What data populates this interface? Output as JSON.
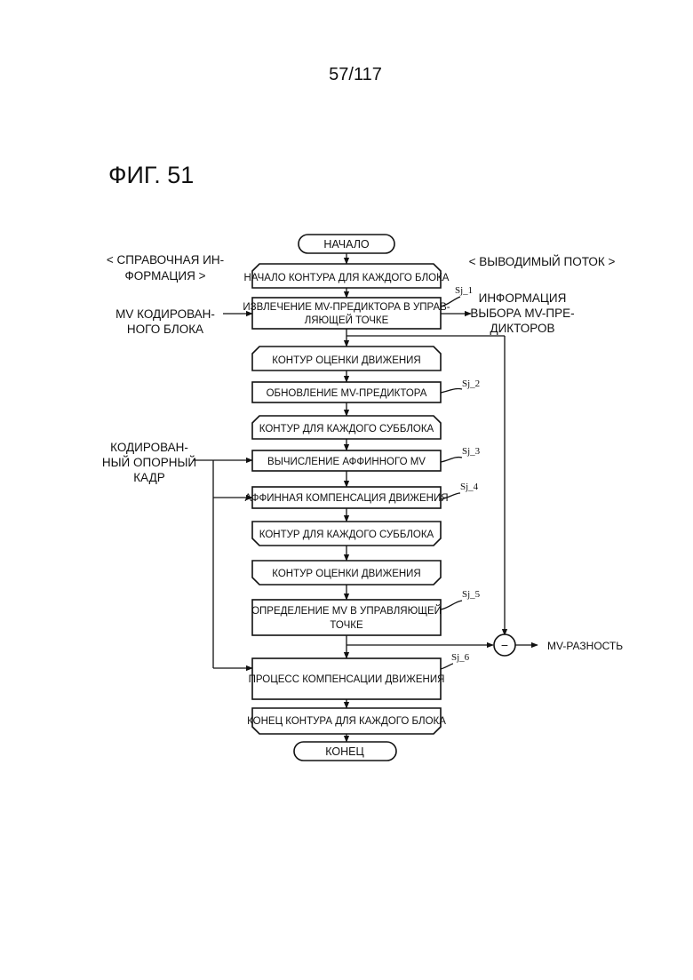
{
  "page_number": "57/117",
  "figure_title": "ФИГ. 51",
  "start_label": "НАЧАЛО",
  "end_label": "КОНЕЦ",
  "left_header": [
    "< СПРАВОЧНАЯ ИН-",
    "ФОРМАЦИЯ >"
  ],
  "right_header": "< ВЫВОДИМЫЙ ПОТОК >",
  "inputs": {
    "mv_coded_block": [
      "MV КОДИРОВАН-",
      "НОГО БЛОКА"
    ],
    "coded_reference_frame": [
      "КОДИРОВАН-",
      "НЫЙ ОПОРНЫЙ",
      "КАДР"
    ]
  },
  "outputs": {
    "mv_predictor_selection_info": [
      "ИНФОРМАЦИЯ",
      "ВЫБОРА MV-ПРЕ-",
      "ДИКТОРОВ"
    ],
    "mv_difference": "MV-РАЗНОСТЬ",
    "subtractor_symbol": "−"
  },
  "steps": {
    "block_loop_start": "НАЧАЛО КОНТУРА ДЛЯ КАЖДОГО БЛОКА",
    "mv_predictor_extraction": [
      "ИЗВЛЕЧЕНИЕ MV-ПРЕДИКТОРА В УПРАВ-",
      "ЛЯЮЩЕЙ ТОЧКЕ"
    ],
    "motion_estimation_loop_start": "КОНТУР ОЦЕНКИ ДВИЖЕНИЯ",
    "mv_predictor_update": "ОБНОВЛЕНИЕ MV-ПРЕДИКТОРА",
    "subblock_loop_start": "КОНТУР ДЛЯ КАЖДОГО СУББЛОКА",
    "affine_mv_calc": "ВЫЧИСЛЕНИЕ АФФИННОГО MV",
    "affine_motion_comp": "АФФИННАЯ КОМПЕНСАЦИЯ ДВИЖЕНИЯ",
    "subblock_loop_end": "КОНТУР ДЛЯ КАЖДОГО СУББЛОКА",
    "motion_estimation_loop_end": "КОНТУР ОЦЕНКИ ДВИЖЕНИЯ",
    "control_point_mv_determination": [
      "ОПРЕДЕЛЕНИЕ MV В УПРАВЛЯЮЩЕЙ",
      "ТОЧКЕ"
    ],
    "motion_comp_process": "ПРОЦЕСС КОМПЕНСАЦИИ ДВИЖЕНИЯ",
    "block_loop_end": "КОНЕЦ КОНТУРА ДЛЯ КАЖДОГО БЛОКА"
  },
  "step_labels": [
    "Sj_1",
    "Sj_2",
    "Sj_3",
    "Sj_4",
    "Sj_5",
    "Sj_6"
  ]
}
